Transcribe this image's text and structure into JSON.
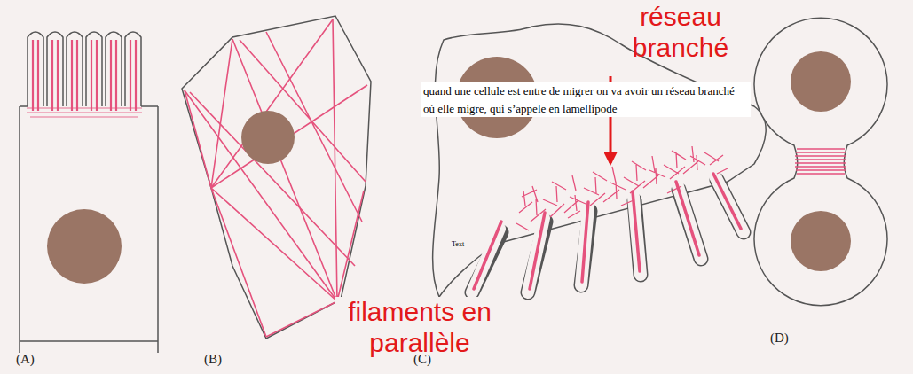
{
  "diagram": {
    "labels": [
      "réseau branché",
      "quand une cellule est entre de migrer on va avoir un réseau branché où elle migre, qui s’appele en lamellipode",
      "Text",
      "filaments en parallèle",
      "(A)",
      "(B)",
      "(C)",
      "(D)"
    ]
  }
}
